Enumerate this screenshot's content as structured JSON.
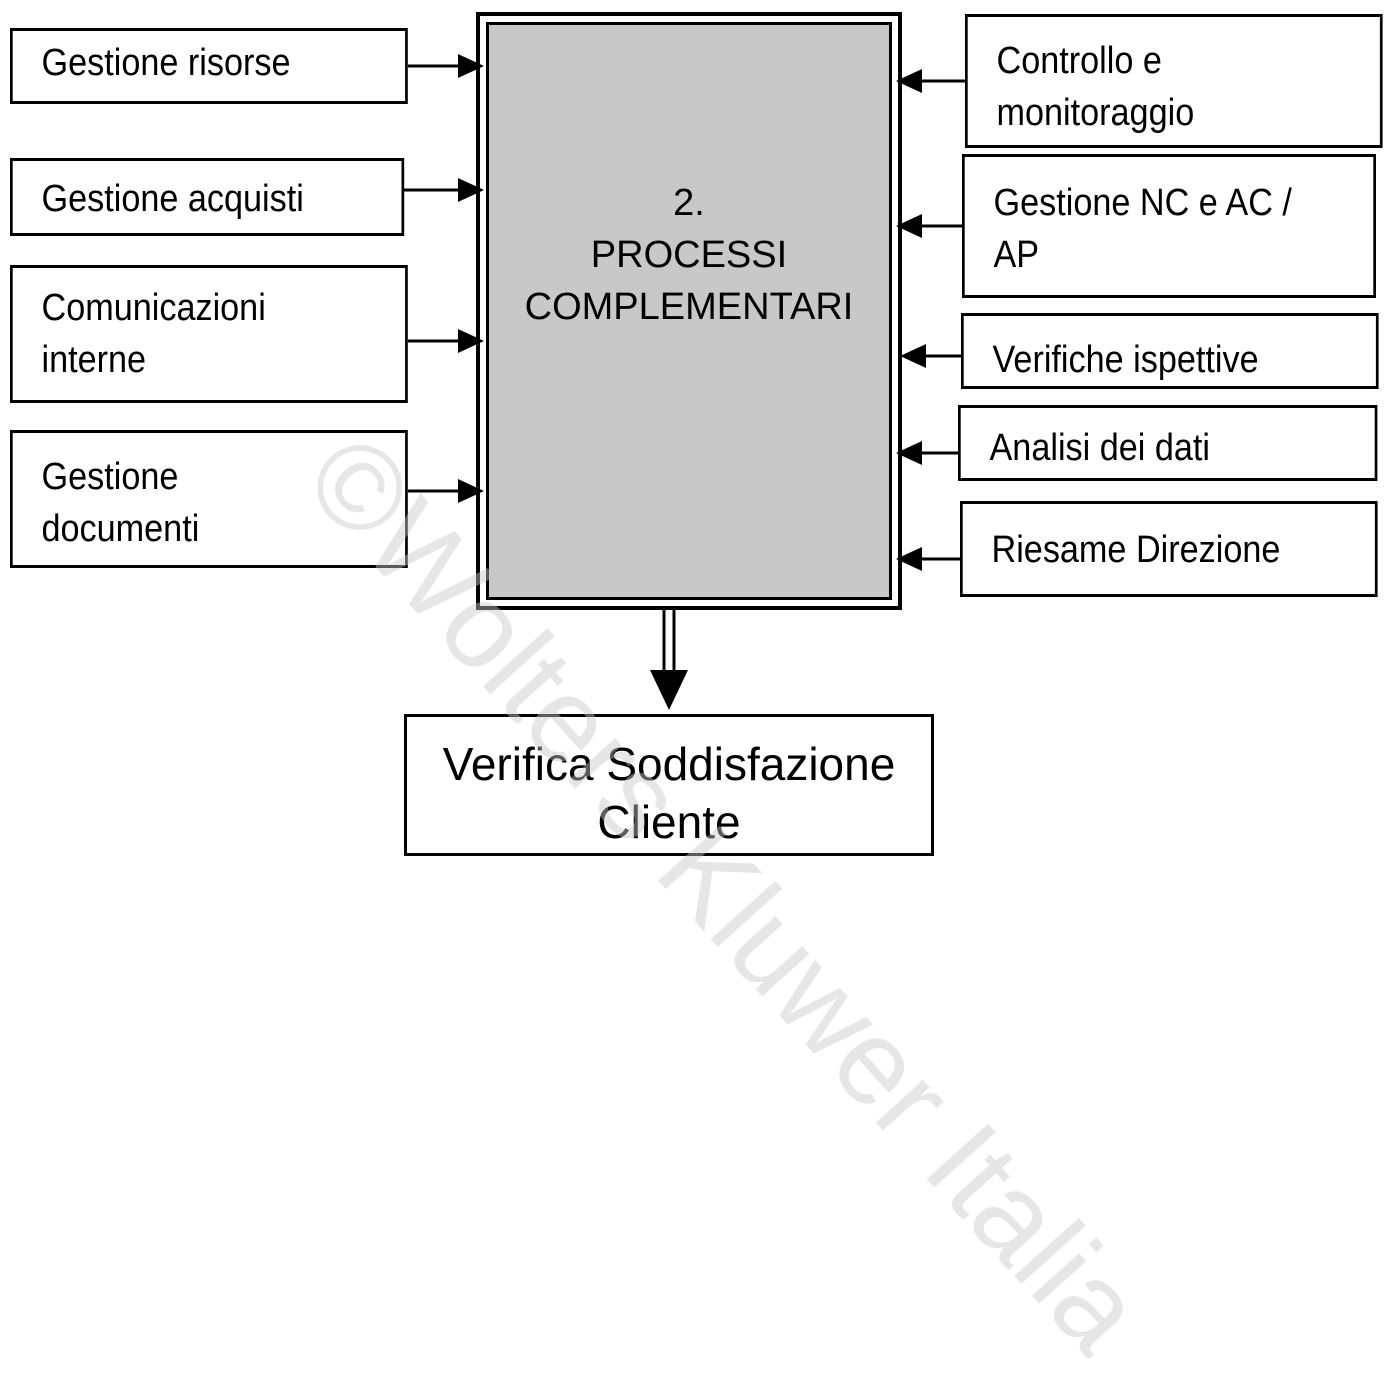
{
  "center": {
    "number": "2.",
    "line1": "PROCESSI",
    "line2": "COMPLEMENTARI",
    "fill_color": "#c8c8c8"
  },
  "left_boxes": [
    {
      "line1": "Gestione risorse",
      "line2": ""
    },
    {
      "line1": "Gestione acquisti",
      "line2": ""
    },
    {
      "line1": "Comunicazioni",
      "line2": "interne"
    },
    {
      "line1": "Gestione",
      "line2": "documenti"
    }
  ],
  "right_boxes": [
    {
      "line1": "Controllo e",
      "line2": "monitoraggio"
    },
    {
      "line1": "Gestione NC e AC /",
      "line2": "AP"
    },
    {
      "line1": "Verifiche ispettive",
      "line2": ""
    },
    {
      "line1": "Analisi dei dati",
      "line2": ""
    },
    {
      "line1": "Riesame Direzione",
      "line2": ""
    }
  ],
  "result": {
    "line1": "Verifica Soddisfazione",
    "line2": "Cliente"
  },
  "watermark": "©Wolters Kluwer Italia"
}
